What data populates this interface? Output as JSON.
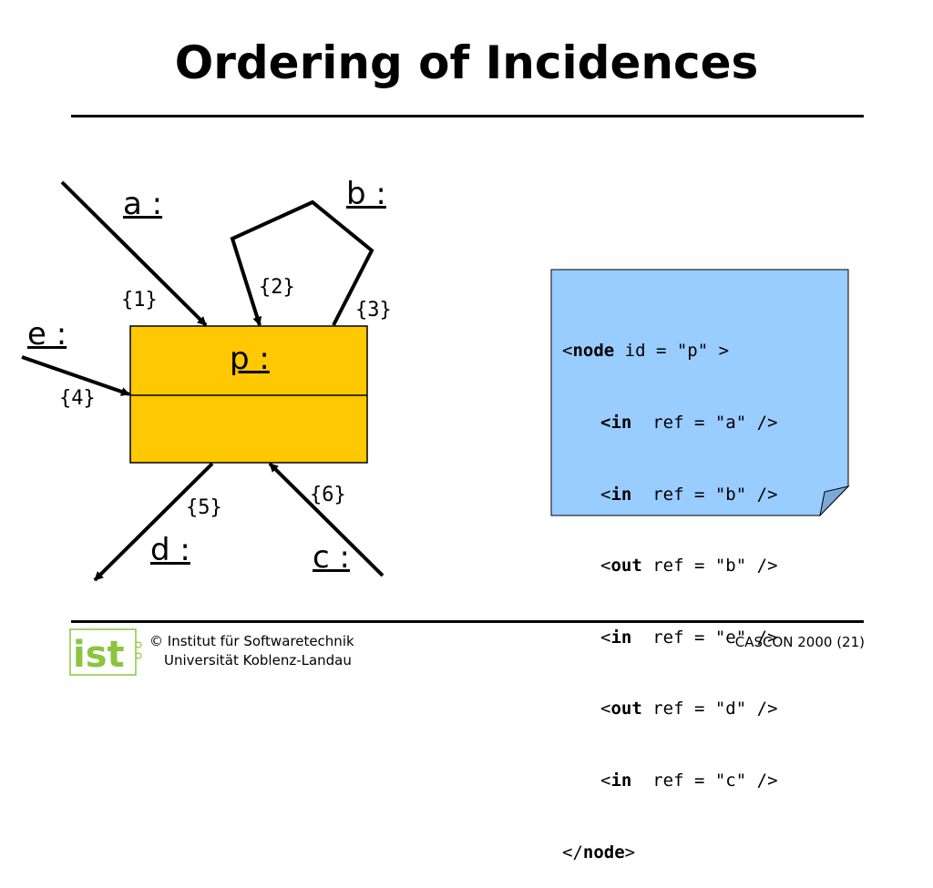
{
  "title": "Ordering of Incidences",
  "node": {
    "label": "p :",
    "fill": "#FFC800"
  },
  "ends": {
    "a": "a :",
    "b": "b :",
    "c": "c :",
    "d": "d :",
    "e": "e :"
  },
  "orders": {
    "o1": "{1}",
    "o2": "{2}",
    "o3": "{3}",
    "o4": "{4}",
    "o5": "{5}",
    "o6": "{6}"
  },
  "note": {
    "fill": "#99CCFF",
    "open_bracket": "<",
    "open_tag": "node",
    "open_attrs": " id = \"p\" >",
    "lines": [
      {
        "lt": "<",
        "tag": "in",
        "pad": "  ",
        "rest": "ref = \"a\" />"
      },
      {
        "lt": "<",
        "tag": "in",
        "pad": "  ",
        "rest": "ref = \"b\" />"
      },
      {
        "lt": "<",
        "tag": "out",
        "pad": " ",
        "rest": "ref = \"b\" />"
      },
      {
        "lt": "<",
        "tag": "in",
        "pad": "  ",
        "rest": "ref = \"e\" />"
      },
      {
        "lt": "<",
        "tag": "out",
        "pad": " ",
        "rest": "ref = \"d\" />"
      },
      {
        "lt": "<",
        "tag": "in",
        "pad": "  ",
        "rest": "ref = \"c\" />"
      }
    ],
    "close_open": "</",
    "close_tag": "node",
    "close_end": ">"
  },
  "footer": {
    "logo": "ist",
    "copyright": "© Institut für Softwaretechnik",
    "university": "Universität Koblenz-Landau",
    "conference": "CASCON 2000  (21)"
  }
}
